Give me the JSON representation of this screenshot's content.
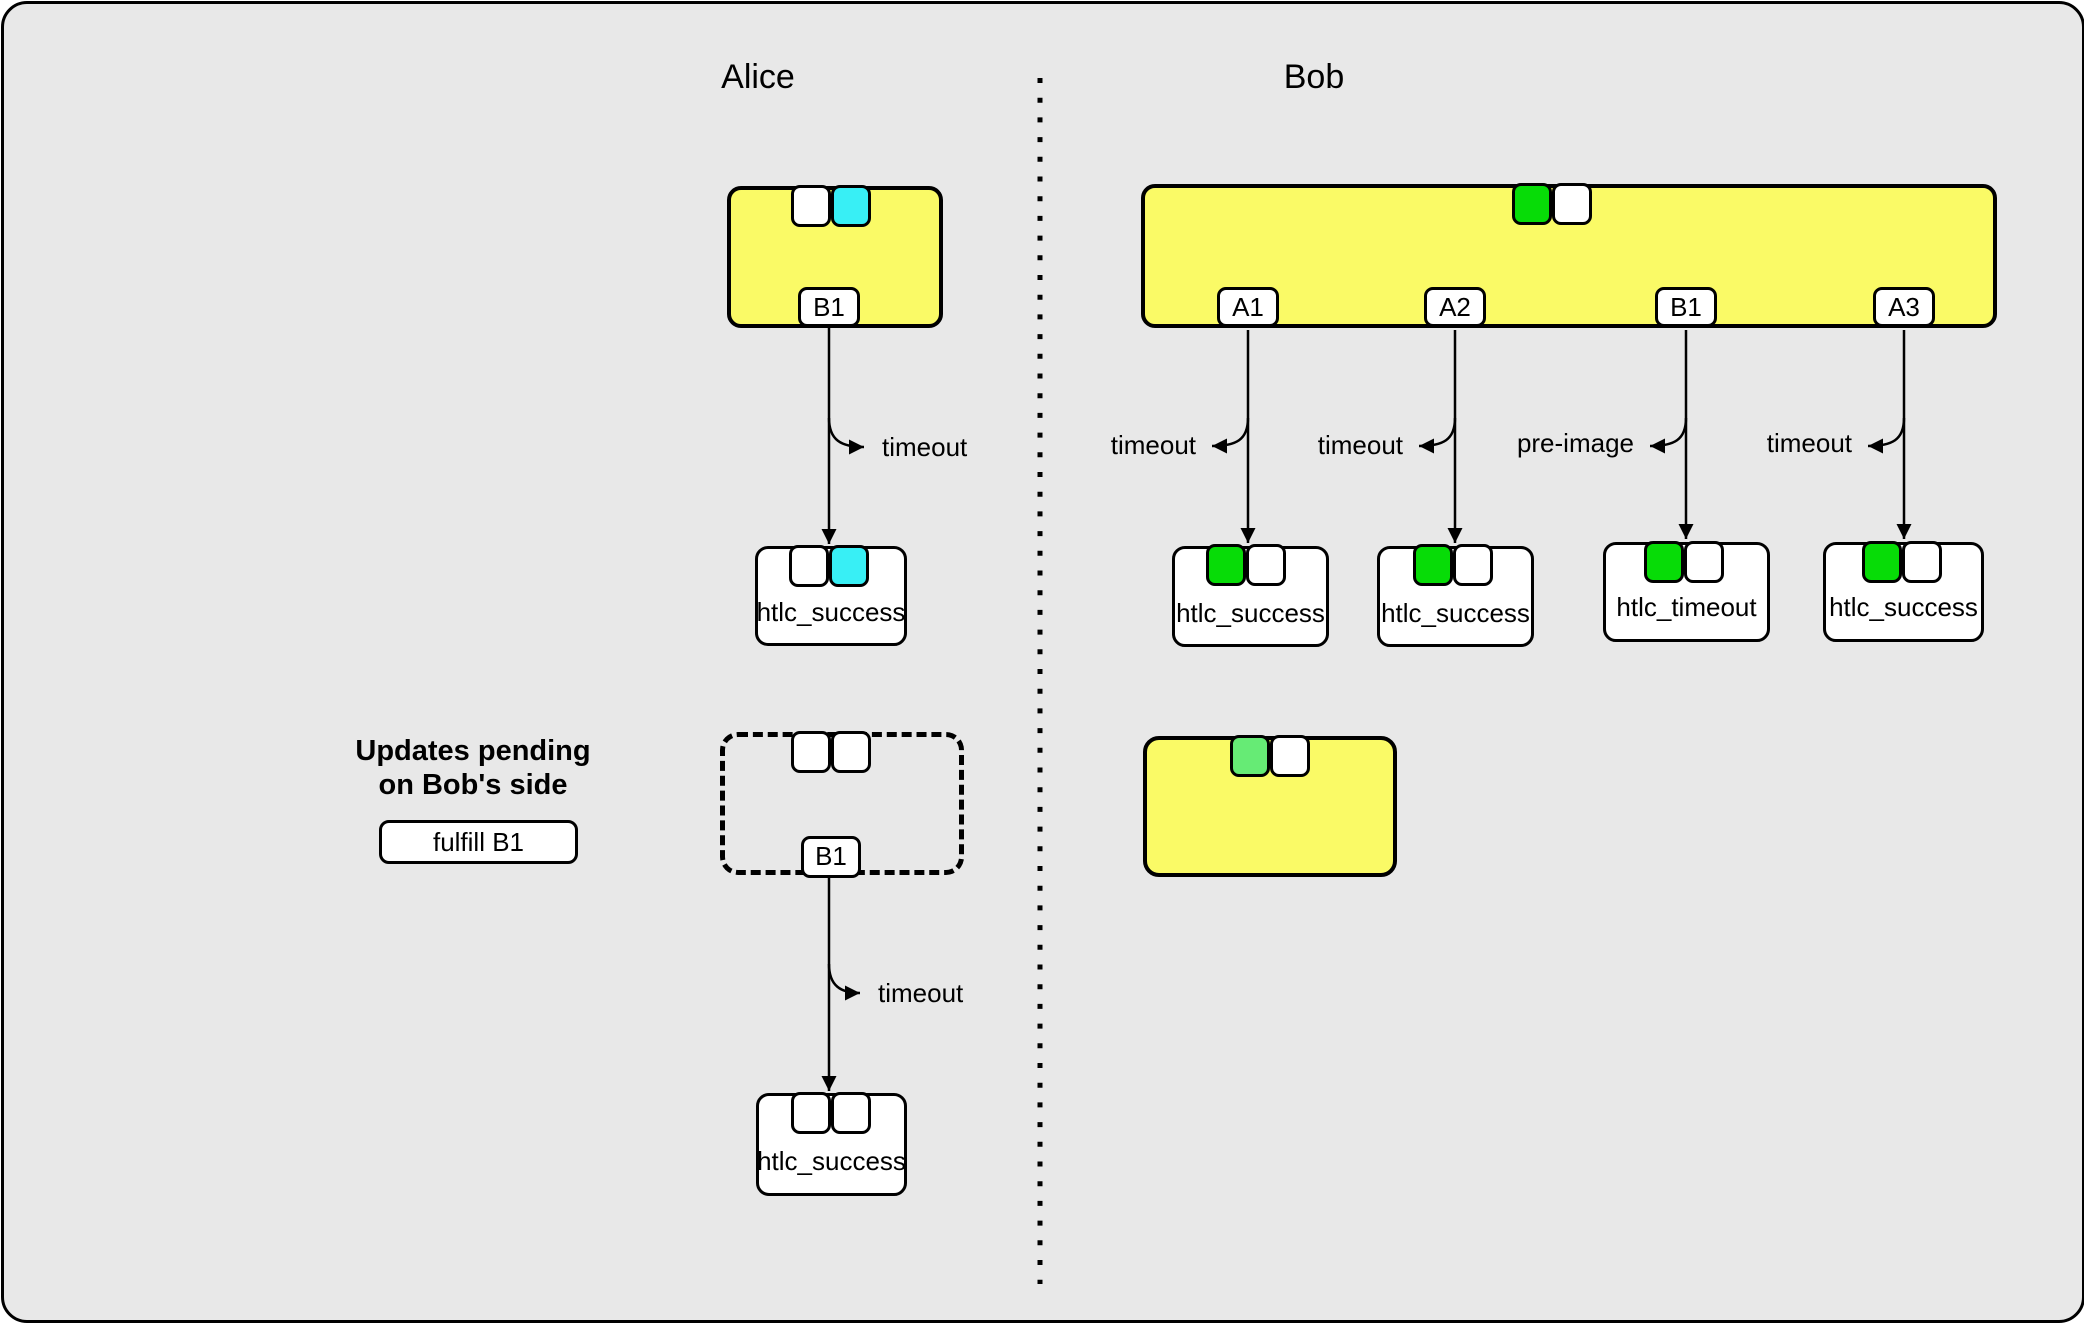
{
  "headers": {
    "alice": "Alice",
    "bob": "Bob"
  },
  "colors": {
    "yellow": "#FAFA66",
    "cyan": "#38EFF5",
    "green": "#07DC07",
    "light_green": "#66EB75",
    "white": "#FFFFFF",
    "canvas": "#E8E8E8"
  },
  "alice": {
    "commitment": {
      "output_label": "B1",
      "slots": [
        "white",
        "cyan"
      ]
    },
    "branch_top": "timeout",
    "htlc_top": {
      "title": "htlc_success",
      "slots": [
        "white",
        "cyan"
      ]
    },
    "note_line1": "Updates pending",
    "note_line2": "on Bob's side",
    "action_label": "fulfill B1",
    "pending_commitment": {
      "output_label": "B1",
      "slots": [
        "white",
        "white"
      ]
    },
    "branch_bottom": "timeout",
    "htlc_bottom": {
      "title": "htlc_success",
      "slots": [
        "white",
        "white"
      ]
    }
  },
  "bob": {
    "commitment": {
      "output_labels": [
        "A1",
        "A2",
        "B1",
        "A3"
      ],
      "slots": [
        "green",
        "white"
      ]
    },
    "branch_labels": [
      "timeout",
      "timeout",
      "pre-image",
      "timeout"
    ],
    "htlcs": [
      {
        "title": "htlc_success"
      },
      {
        "title": "htlc_success"
      },
      {
        "title": "htlc_timeout"
      },
      {
        "title": "htlc_success"
      }
    ],
    "settled_commitment": {
      "slots": [
        "light_green",
        "white"
      ]
    }
  }
}
